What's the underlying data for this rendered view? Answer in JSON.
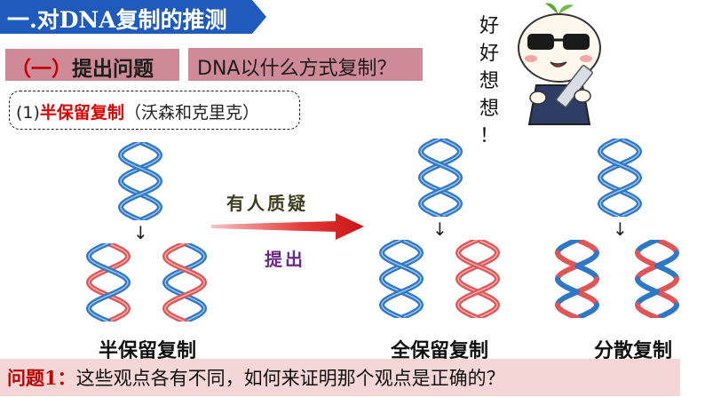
{
  "title": "一.对DNA复制的推测",
  "section": {
    "open": "（",
    "number": "一",
    "close": "）",
    "label": "提出问题"
  },
  "question": "DNA以什么方式复制？",
  "hypothesis": {
    "index": "(1)",
    "name": "半保留复制",
    "authors": "（沃森和克里克）"
  },
  "mascot_speech": [
    "好",
    "好",
    "想",
    "想",
    "！"
  ],
  "arrow": {
    "top_label": "有人质疑",
    "bottom_label": "提出"
  },
  "models": [
    {
      "caption": "半保留复制"
    },
    {
      "caption": "全保留复制"
    },
    {
      "caption": "分散复制"
    }
  ],
  "bottom": {
    "label": "问题1：",
    "text": "这些观点各有不同，如何来证明那个观点是正确的？"
  },
  "colors": {
    "title_bg": "#1f5bbd",
    "box_bg": "#cf8a97",
    "blue_strand": "#2e78c7",
    "red_strand": "#e05555",
    "bottom_bg": "#f5d6d6"
  }
}
